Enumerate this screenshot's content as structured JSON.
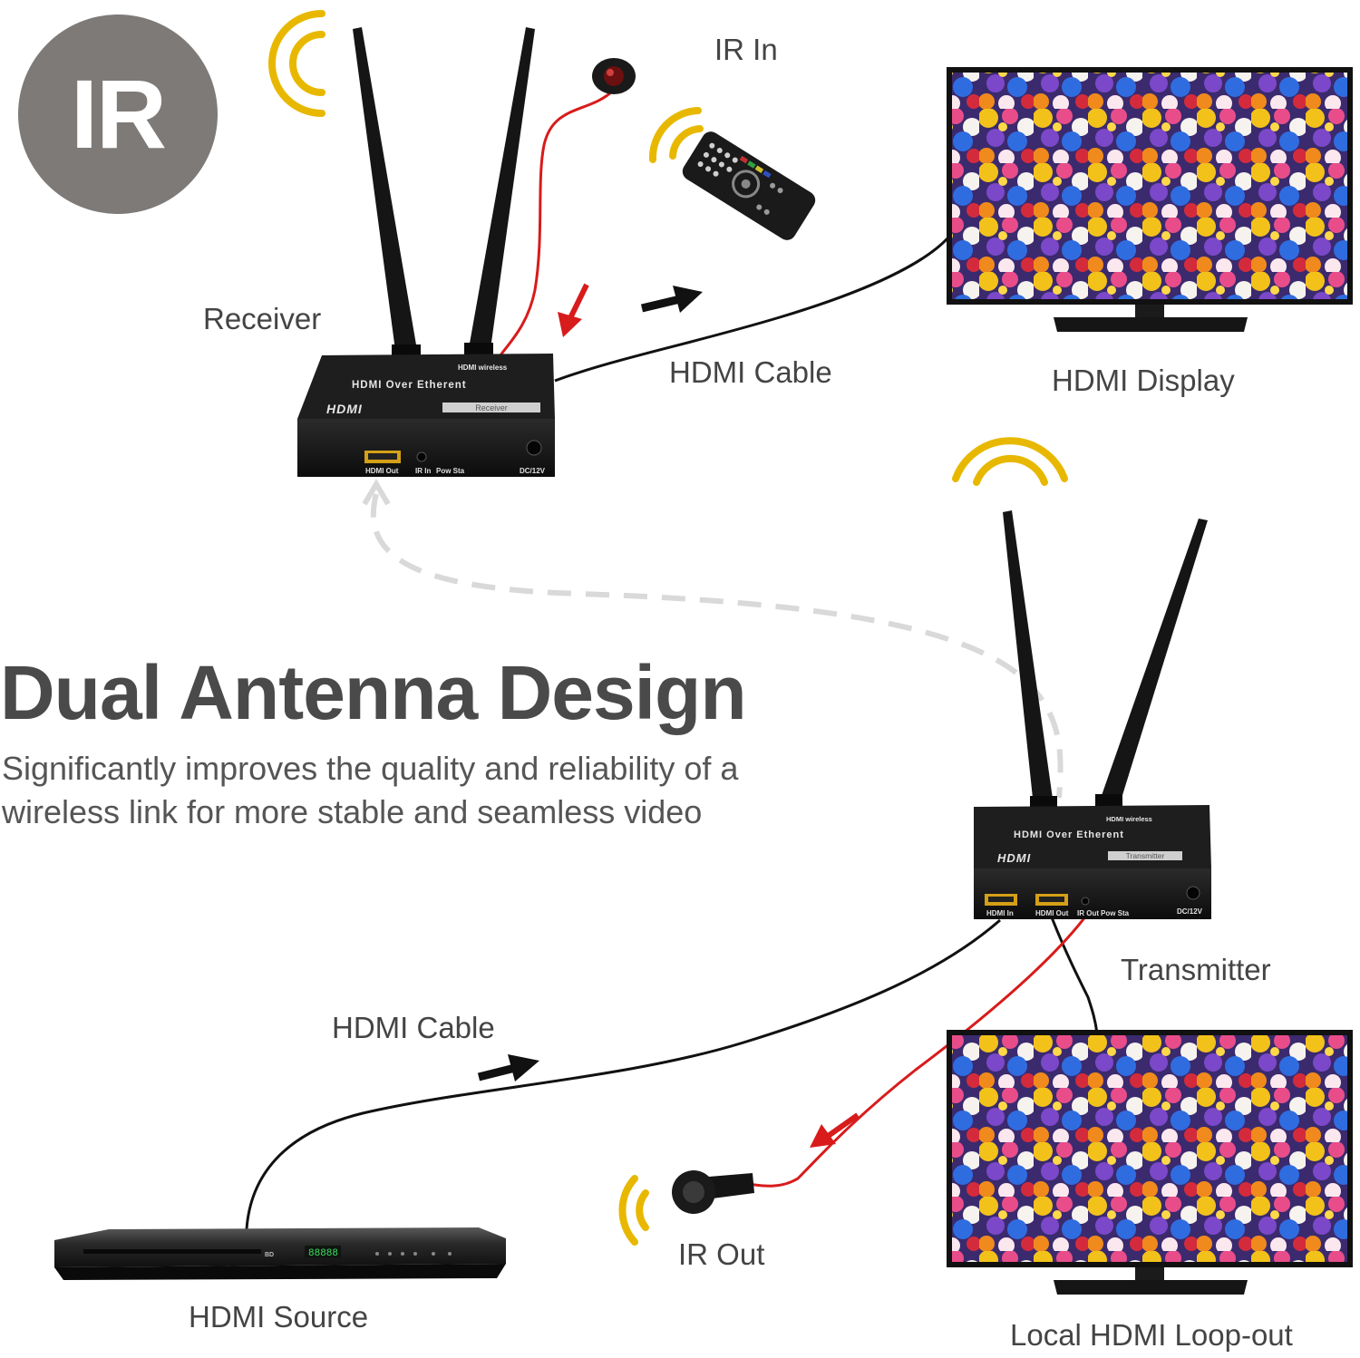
{
  "badge": {
    "label": "IR"
  },
  "headline": {
    "title": "Dual Antenna Design",
    "subtitle": "Significantly improves the quality and reliability of a wireless link for more stable and seamless video"
  },
  "labels": {
    "ir_in": "IR In",
    "receiver": "Receiver",
    "hdmi_cable_top": "HDMI Cable",
    "hdmi_display": "HDMI Display",
    "transmitter": "Transmitter",
    "hdmi_cable_bottom": "HDMI Cable",
    "ir_out": "IR Out",
    "hdmi_source": "HDMI Source",
    "local_loop": "Local HDMI Loop-out"
  },
  "receiver_box": {
    "wireless": "HDMI wireless",
    "title": "HDMI Over Etherent",
    "logo": "HDMI",
    "badge": "Receiver",
    "ports": [
      "HDMI Out",
      "IR In",
      "Pow Sta",
      "DC/12V"
    ]
  },
  "transmitter_box": {
    "wireless": "HDMI wireless",
    "title": "HDMI Over Etherent",
    "logo": "HDMI",
    "badge": "Transmitter",
    "ports": [
      "HDMI In",
      "HDMI Out",
      "IR Out",
      "Pow Sta",
      "DC/12V"
    ]
  },
  "player": {
    "display": "88888"
  },
  "colors": {
    "signal": "#e8b800",
    "ir_cable": "#d81b1b",
    "cable": "#111111",
    "badge_bg": "#7d7a78",
    "text": "#444444"
  },
  "icons": [
    "wifi-signal-icon",
    "ir-sensor-icon",
    "ir-emitter-icon",
    "remote-control-icon",
    "arrow-icon"
  ]
}
